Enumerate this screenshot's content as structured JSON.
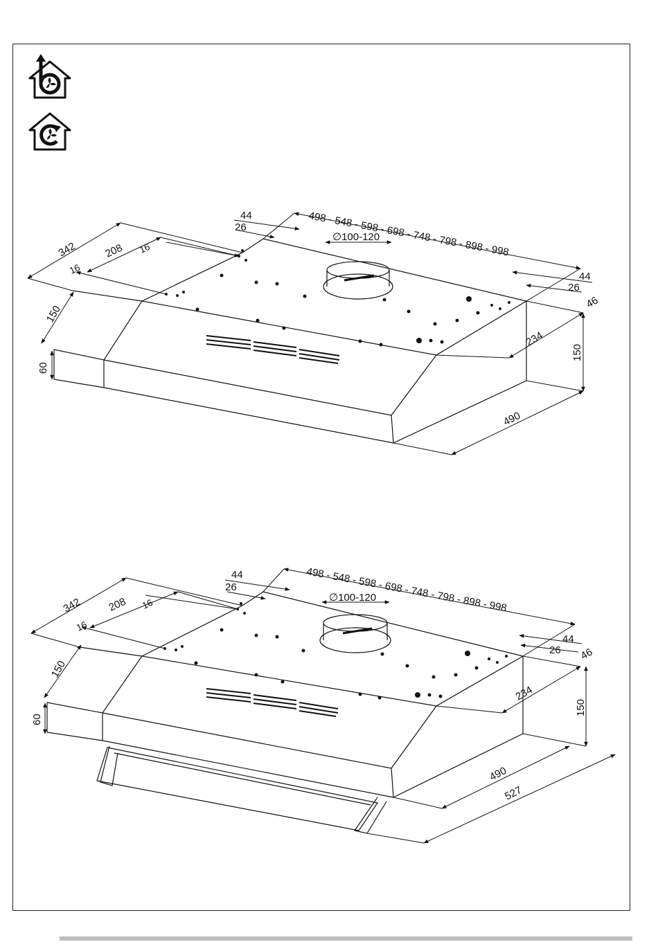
{
  "icons": {
    "ducted": "ducted-extraction-house-icon",
    "recirculating": "recirculation-house-icon"
  },
  "top": {
    "width_list": "498 - 548 - 598 - 698 - 748 - 798 - 898 - 998",
    "diameter": "∅100-120",
    "d44_left": "44",
    "d26_left": "26",
    "d342": "342",
    "d208": "208",
    "d16_upper": "16",
    "d16_lower": "16",
    "d150_left": "150",
    "d60": "60",
    "d44_right": "44",
    "d26_right": "26",
    "d46": "46",
    "d234": "234",
    "d150_right": "150",
    "d490": "490"
  },
  "bottom": {
    "width_list": "498 - 548 - 598 - 698 - 748 - 798 - 898 - 998",
    "diameter": "∅100-120",
    "d44_left": "44",
    "d26_left": "26",
    "d342": "342",
    "d208": "208",
    "d16_upper": "16",
    "d16_lower": "16",
    "d150_left": "150",
    "d60": "60",
    "d44_right": "44",
    "d26_right": "26",
    "d46": "46",
    "d234": "234",
    "d150_right": "150",
    "d490": "490",
    "d527": "527"
  },
  "colors": {
    "line": "#111111",
    "frame": "#222222",
    "footer": "#bdbdbd"
  }
}
